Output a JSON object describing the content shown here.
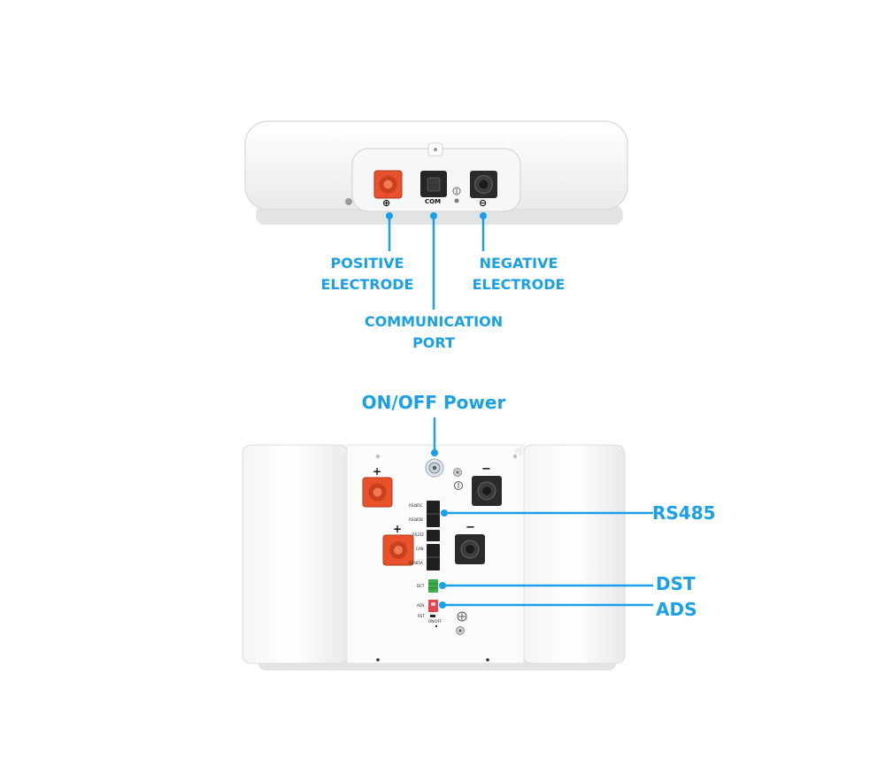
{
  "top_panel": {
    "positive_symbol": "⊕",
    "negative_symbol": "⊖",
    "com_label": "COM",
    "callouts": {
      "positive": [
        "POSITIVE",
        "ELECTRODE"
      ],
      "negative": [
        "NEGATIVE",
        "ELECTRODE"
      ],
      "communication": [
        "COMMUNICATION",
        "PORT"
      ]
    }
  },
  "bottom_panel": {
    "plus_symbol": "+",
    "minus_symbol": "−",
    "port_labels": {
      "rs485c": "RS485C",
      "rs485b": "RS485B",
      "rs232": "RS232",
      "can": "CAN",
      "rs485a": "RS485A",
      "dct": "DCT",
      "ads": "ADS",
      "rst": "RST",
      "onoff": "ON/OFF"
    },
    "callouts": {
      "power": "ON/OFF Power",
      "rs485": "RS485",
      "dst": "DST",
      "ads": "ADS"
    }
  },
  "colors": {
    "accent": "#1aa0e6",
    "terminal_red": "#e8512a",
    "terminal_black": "#2b2b2b"
  }
}
